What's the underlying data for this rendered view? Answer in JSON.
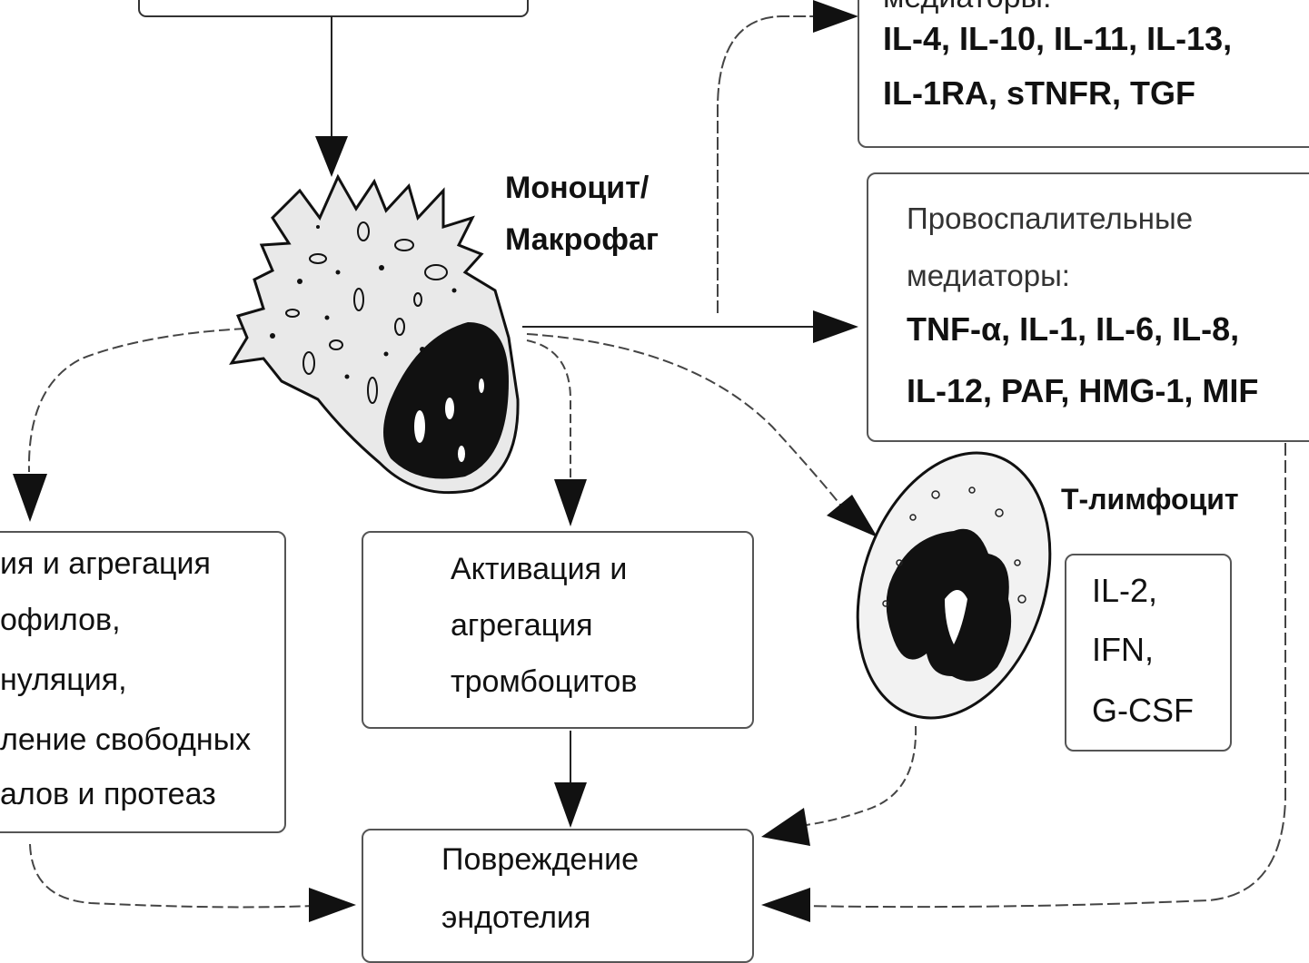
{
  "top_box": {
    "text": ""
  },
  "anti_inflammatory": {
    "label": "медиаторы:",
    "line1": "IL-4, IL-10, IL-11, IL-13,",
    "line2": "IL-1RA, sTNFR, TGF"
  },
  "monocyte_label": {
    "line1": "Моноцит/",
    "line2": "Макрофаг"
  },
  "pro_inflammatory": {
    "label1": "Провоспалительные",
    "label2": "медиаторы:",
    "line1": "TNF-α, IL-1, IL-6, IL-8,",
    "line2": "IL-12, PAF, HMG-1, MIF"
  },
  "neutrophil_box": {
    "lines": [
      "ия и агрегация",
      "офилов,",
      "нуляция,",
      "ление свободных",
      "алов и протеаз"
    ]
  },
  "platelet_box": {
    "lines": [
      "Активация и",
      "агрегация",
      "тромбоцитов"
    ]
  },
  "t_lymphocyte_label": "Т-лимфоцит",
  "t_cell_box": {
    "lines": [
      "IL-2,",
      "IFN,",
      "G-CSF"
    ]
  },
  "endothelium_box": {
    "lines": [
      "Повреждение",
      "эндотелия"
    ]
  }
}
